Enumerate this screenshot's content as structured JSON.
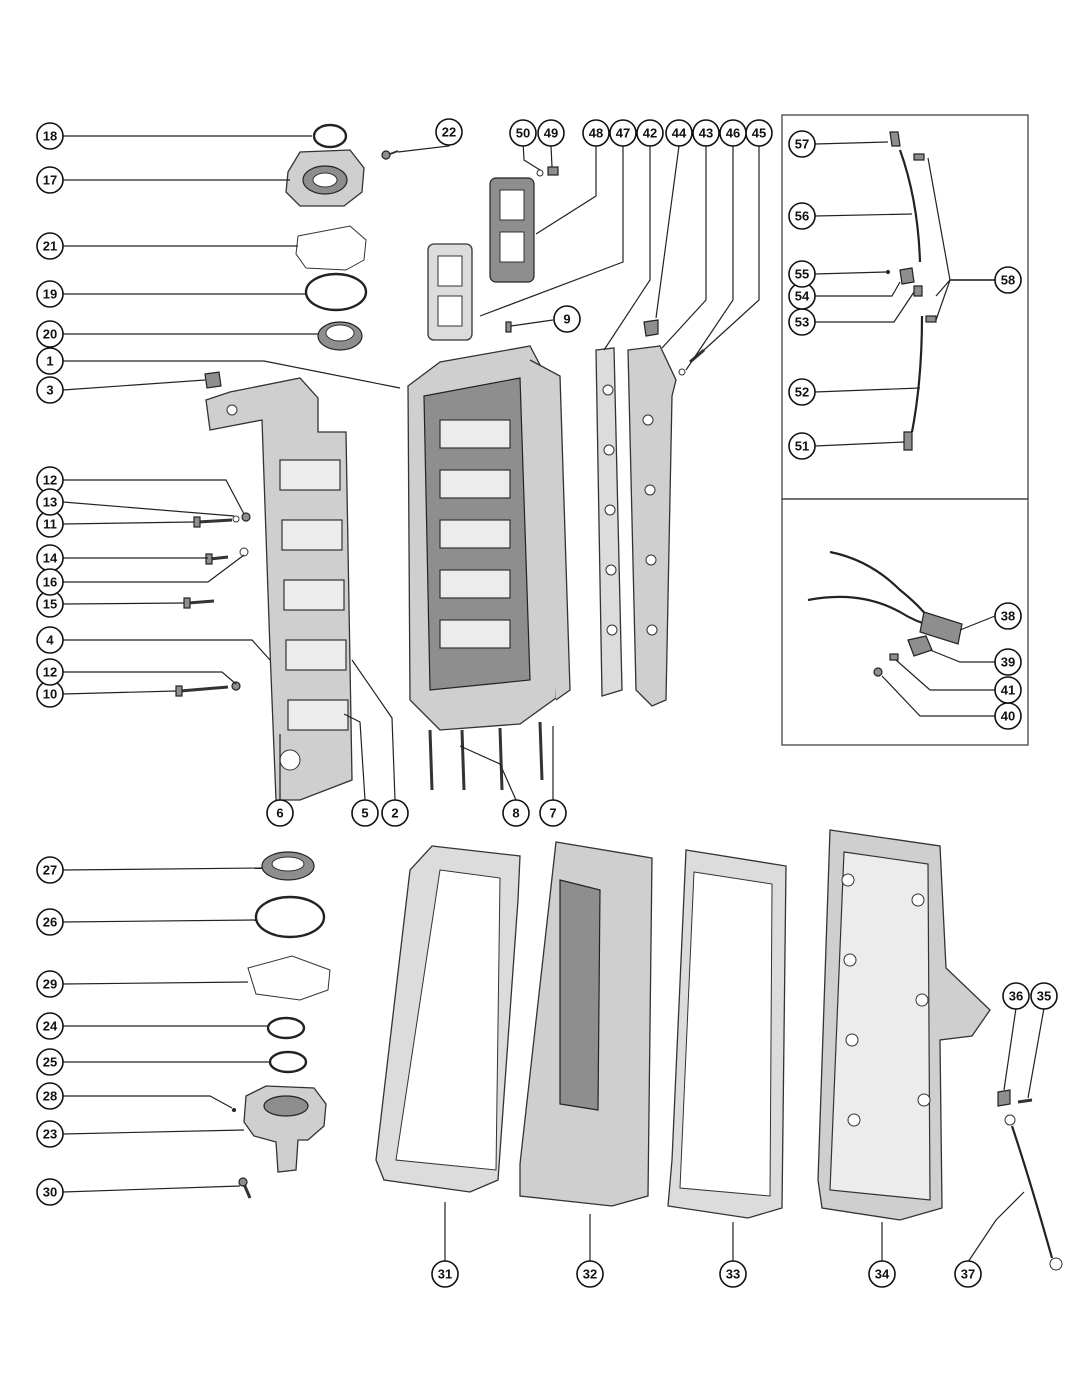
{
  "callouts": [
    "1",
    "2",
    "3",
    "4",
    "5",
    "6",
    "7",
    "8",
    "9",
    "10",
    "11",
    "12",
    "12",
    "13",
    "14",
    "15",
    "16",
    "17",
    "18",
    "19",
    "20",
    "21",
    "22",
    "23",
    "24",
    "25",
    "26",
    "27",
    "28",
    "29",
    "30",
    "31",
    "32",
    "33",
    "34",
    "35",
    "36",
    "37",
    "38",
    "39",
    "40",
    "41",
    "42",
    "43",
    "44",
    "45",
    "46",
    "47",
    "48",
    "49",
    "50",
    "51",
    "52",
    "53",
    "54",
    "55",
    "56",
    "57",
    "58"
  ]
}
